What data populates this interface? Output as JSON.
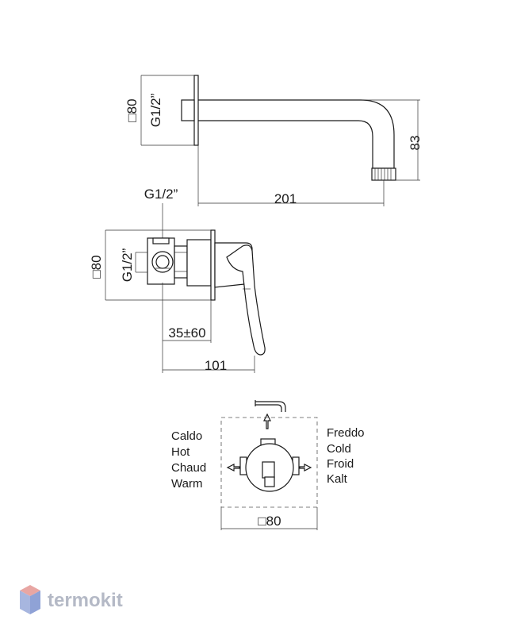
{
  "spout_view": {
    "dims": {
      "square": "□80",
      "thread": "G1/2”",
      "height": "83",
      "length": "201"
    }
  },
  "mixer_view": {
    "dims": {
      "thread_top": "G1/2”",
      "square": "□80",
      "thread_side": "G1/2”",
      "depth": "35±60",
      "length": "101"
    }
  },
  "plan_view": {
    "hot_labels": [
      "Caldo",
      "Hot",
      "Chaud",
      "Warm"
    ],
    "cold_labels": [
      "Freddo",
      "Cold",
      "Froid",
      "Kalt"
    ],
    "square": "□80"
  },
  "watermark": {
    "text": "termokit",
    "colors": {
      "top": "#e8a6a3",
      "left": "#a7b6df",
      "right": "#8fa2d6"
    }
  }
}
